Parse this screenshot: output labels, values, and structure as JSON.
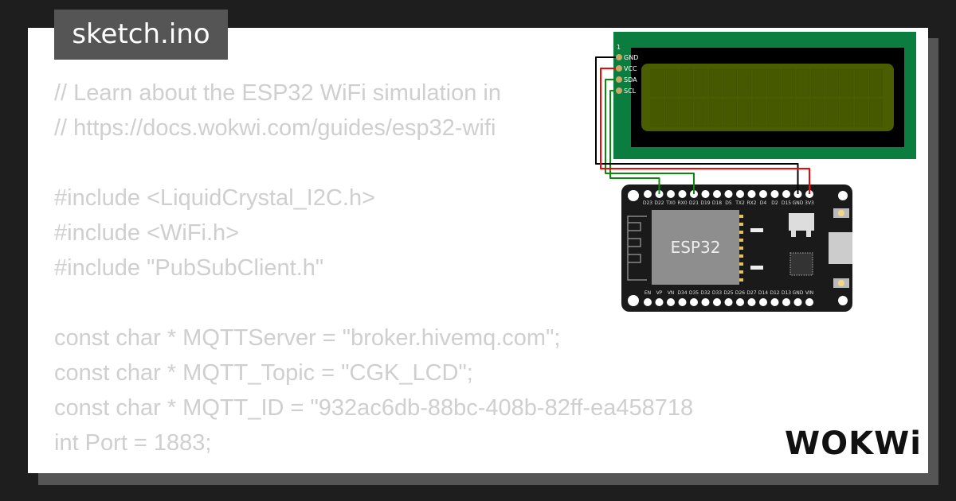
{
  "file_tab": {
    "label": "sketch.ino"
  },
  "code_lines": [
    "// Learn about the ESP32 WiFi simulation in",
    "// https://docs.wokwi.com/guides/esp32-wifi",
    "",
    "#include <LiquidCrystal_I2C.h>",
    "#include <WiFi.h>",
    "#include \"PubSubClient.h\"",
    "",
    "const char * MQTTServer = \"broker.hivemq.com\";",
    "const char * MQTT_Topic = \"CGK_LCD\";",
    "const char * MQTT_ID = \"932ac6db-88bc-408b-82ff-ea458718",
    "int Port = 1883;"
  ],
  "esp32": {
    "chip_label": "ESP32",
    "left_pins": [
      "EN",
      "VP",
      "VN",
      "D34",
      "D35",
      "D32",
      "D33",
      "D25",
      "D26",
      "D27",
      "D14",
      "D12",
      "D13",
      "GND",
      "VIN"
    ],
    "right_pins": [
      "D23",
      "D22",
      "TX0",
      "RX0",
      "D21",
      "D19",
      "D18",
      "D5",
      "TX2",
      "RX2",
      "D4",
      "D2",
      "D15",
      "GND",
      "3V3"
    ]
  },
  "lcd": {
    "pin1_label": "1",
    "pins": [
      "GND",
      "VCC",
      "SDA",
      "SCL"
    ],
    "board_color": "#0a7d3f",
    "screen_color": "#4a5d00"
  },
  "wire_colors": {
    "i2c": "#0a8a0a",
    "gnd": "#000000",
    "vcc": "#ff0000"
  },
  "logo": {
    "text": "WOKWi"
  }
}
